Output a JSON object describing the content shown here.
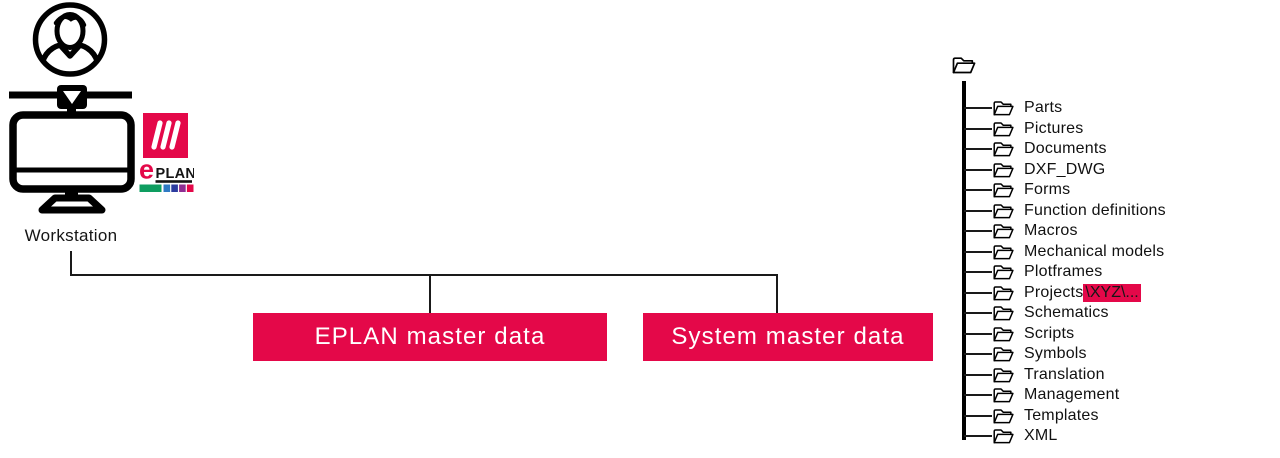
{
  "workstation": {
    "label": "Workstation",
    "icons": [
      "user-avatar-icon",
      "monitor-network-icon",
      "eplan-logo"
    ]
  },
  "logo": {
    "e_letter": "e",
    "brand": "PLAN"
  },
  "boxes": [
    {
      "label": "EPLAN master data"
    },
    {
      "label": "System master data"
    }
  ],
  "tree": {
    "root_icon": "open-folder-icon",
    "items": [
      {
        "label": "Parts"
      },
      {
        "label": "Pictures"
      },
      {
        "label": "Documents"
      },
      {
        "label": "DXF_DWG"
      },
      {
        "label": "Forms"
      },
      {
        "label": "Function definitions"
      },
      {
        "label": "Macros"
      },
      {
        "label": "Mechanical models"
      },
      {
        "label": "Plotframes"
      },
      {
        "label": "Projects",
        "highlight": "\\XYZ\\..."
      },
      {
        "label": "Schematics"
      },
      {
        "label": "Scripts"
      },
      {
        "label": "Symbols"
      },
      {
        "label": "Translation"
      },
      {
        "label": "Management"
      },
      {
        "label": "Templates"
      },
      {
        "label": "XML"
      }
    ]
  },
  "colors": {
    "accent": "#E40849",
    "line": "#1A1A1A",
    "box_text": "#FFFFFF",
    "logo_bar": [
      "#0E9D60",
      "#2F7AC4",
      "#2C3C9F",
      "#8E2D92",
      "#E40849"
    ]
  }
}
